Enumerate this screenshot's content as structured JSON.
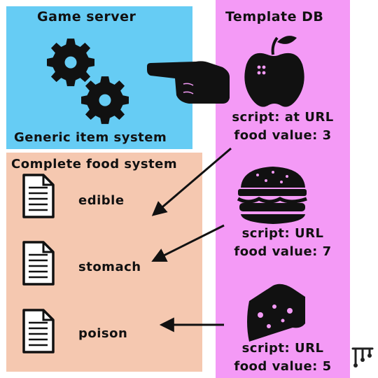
{
  "game_server": {
    "title": "Game server",
    "subtitle": "Generic item system"
  },
  "food_system": {
    "title": "Complete food system",
    "items": [
      {
        "label": "edible",
        "icon": "document-icon"
      },
      {
        "label": "stomach",
        "icon": "document-icon"
      },
      {
        "label": "poison",
        "icon": "document-icon"
      }
    ]
  },
  "template_db": {
    "title": "Template DB",
    "templates": [
      {
        "icon": "apple-icon",
        "line1": "script: at URL",
        "line2": "food value: 3"
      },
      {
        "icon": "burger-icon",
        "line1": "script: URL",
        "line2": "food value: 7"
      },
      {
        "icon": "cheese-icon",
        "line1": "script: URL",
        "line2": "food value: 5"
      }
    ]
  },
  "colors": {
    "game_server_bg": "#66ccf4",
    "food_system_bg": "#f5c8b0",
    "template_db_bg": "#f49af6"
  }
}
